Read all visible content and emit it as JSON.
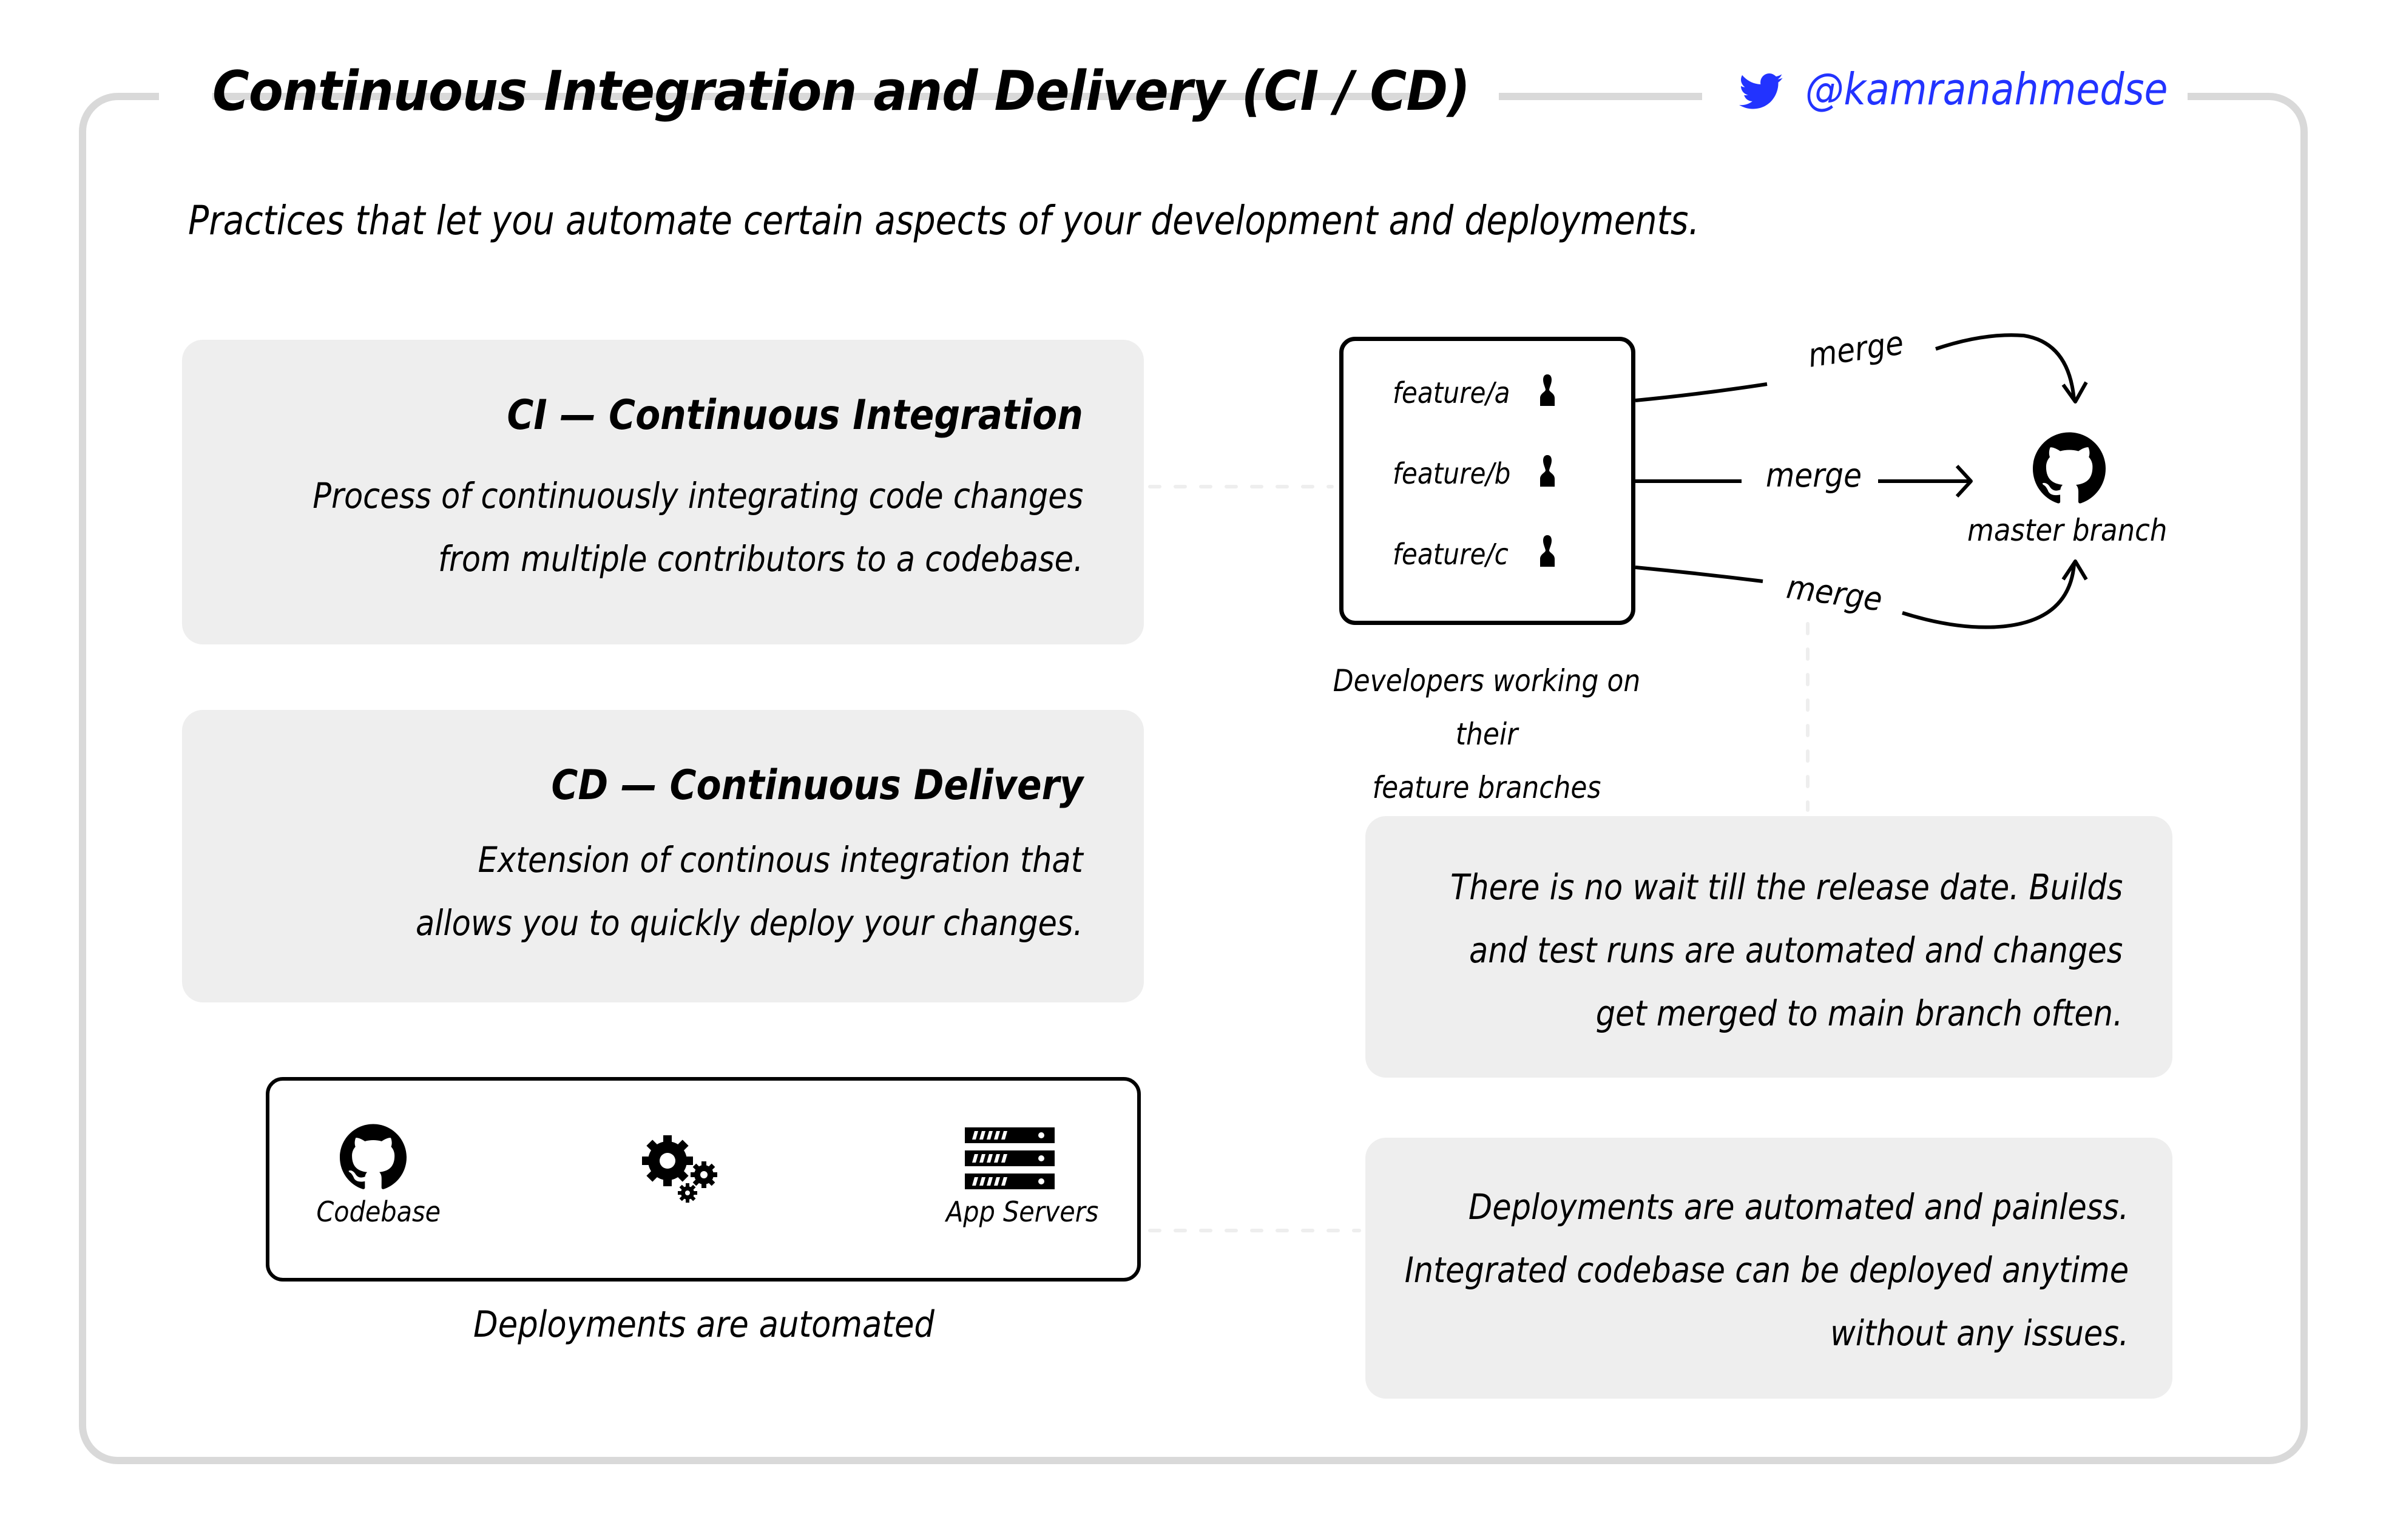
{
  "header": {
    "title": "Continuous Integration and Delivery (CI / CD)",
    "twitter_icon": "twitter-bird-icon",
    "handle": "@kamranahmedse",
    "brand_color": "#2233ff"
  },
  "subtitle": "Practices that let you automate certain aspects of your development and deployments.",
  "ci_card": {
    "heading": "CI — Continuous Integration",
    "lines": [
      "Process of continuously integrating code changes",
      "from multiple contributors to a codebase."
    ]
  },
  "cd_card": {
    "heading": "CD — Continuous Delivery",
    "lines": [
      "Extension of continous integration that",
      "allows you to quickly deploy your changes."
    ]
  },
  "deploy_diagram": {
    "nodes": [
      {
        "icon": "github-icon",
        "label": "Codebase"
      },
      {
        "icon": "gears-icon",
        "label": ""
      },
      {
        "icon": "servers-icon",
        "label": "App Servers"
      }
    ],
    "caption": "Deployments are automated"
  },
  "branch_diagram": {
    "branches": [
      {
        "label": "feature/a",
        "icon": "user-icon"
      },
      {
        "label": "feature/b",
        "icon": "user-icon"
      },
      {
        "label": "feature/c",
        "icon": "user-icon"
      }
    ],
    "merge_labels": [
      "merge",
      "merge",
      "merge"
    ],
    "target_icon": "github-icon",
    "target_label": "master branch",
    "caption_lines": [
      "Developers working on their",
      "feature branches"
    ]
  },
  "callouts": [
    {
      "lines": [
        "There is no wait till the release date. Builds",
        "and test runs are automated and changes ",
        "get merged to main branch often."
      ]
    },
    {
      "lines": [
        "Deployments are automated and painless.",
        "Integrated codebase can be deployed anytime",
        "without any issues."
      ]
    }
  ],
  "colors": {
    "frame": "#d9d9d9",
    "card": "#eeeeee",
    "connector": "#eeeeee",
    "ink": "#000000"
  }
}
